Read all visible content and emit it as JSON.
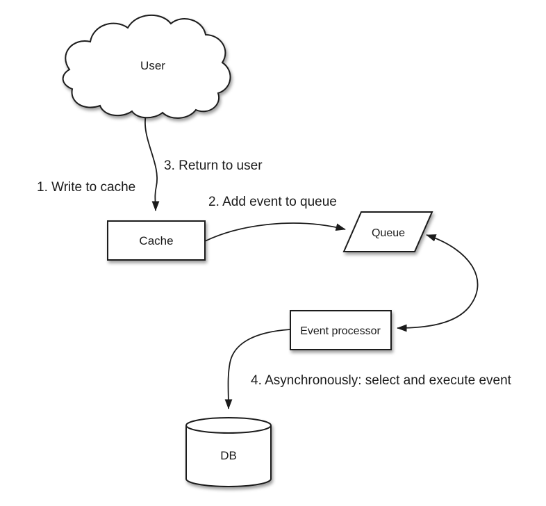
{
  "diagram": {
    "type": "flow-diagram",
    "description_visible_shapes": [
      "cloud",
      "rectangle",
      "parallelogram",
      "rectangle",
      "cylinder"
    ],
    "colors": {
      "background": "#ffffff",
      "stroke": "#1b1b1b",
      "shape_fill": "#ffffff",
      "text": "#1a1a1a",
      "shadow": "rgba(0,0,0,0.38)"
    },
    "nodes": {
      "user": {
        "label": "User",
        "shape": "cloud"
      },
      "cache": {
        "label": "Cache",
        "shape": "rectangle"
      },
      "queue": {
        "label": "Queue",
        "shape": "parallelogram"
      },
      "event_processor": {
        "label": "Event processor",
        "shape": "rectangle"
      },
      "db": {
        "label": "DB",
        "shape": "cylinder"
      }
    },
    "edges": [
      {
        "from": "user",
        "to": "cache",
        "label": "1. Write to cache",
        "return_label": "3. Return to user",
        "arrows": "forward"
      },
      {
        "from": "cache",
        "to": "queue",
        "label": "2. Add event to queue",
        "arrows": "forward"
      },
      {
        "from": "queue",
        "to": "event_processor",
        "label": "",
        "arrows": "both"
      },
      {
        "from": "event_processor",
        "to": "db",
        "label": "4. Asynchronously: select and execute event",
        "arrows": "forward"
      }
    ]
  }
}
